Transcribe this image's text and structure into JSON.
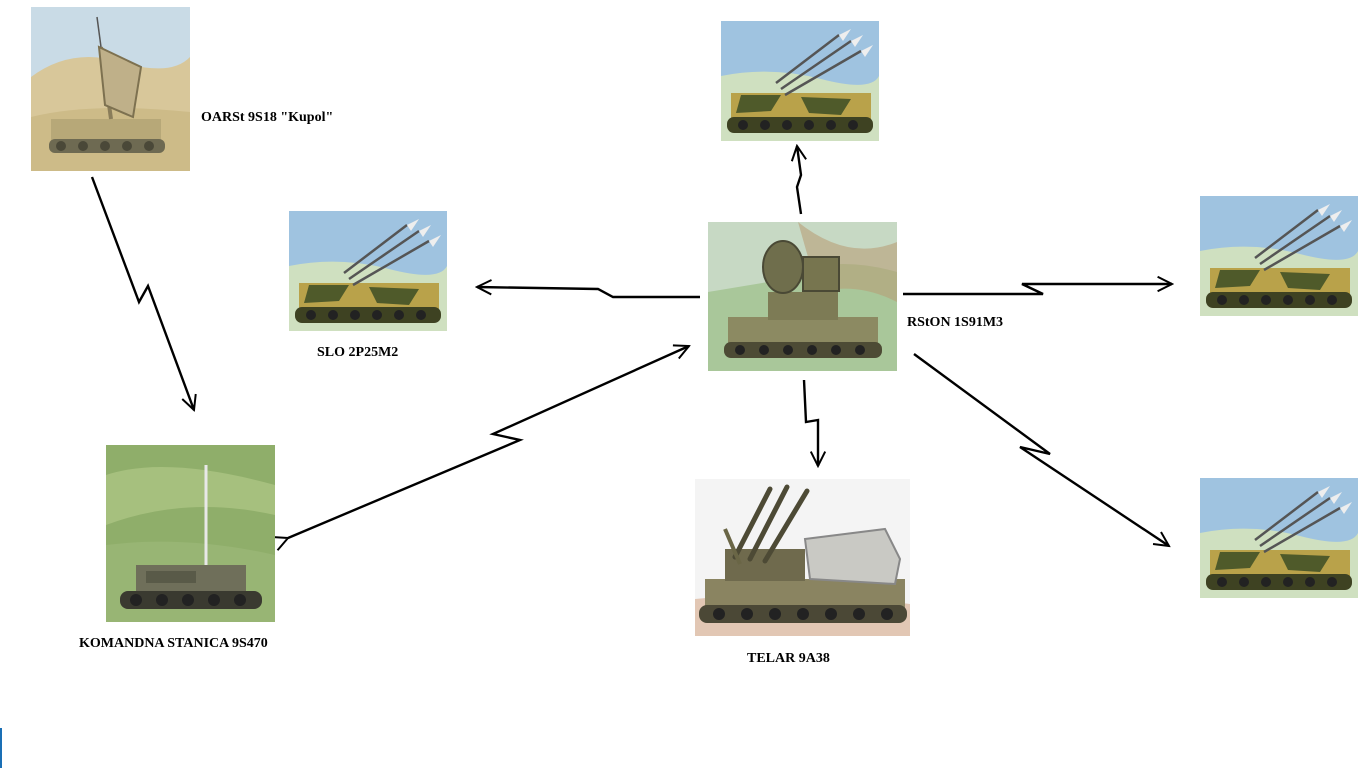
{
  "labels": {
    "oarst": "OARSt 9S18 \"Kupol\"",
    "slo": "SLO 2P25M2",
    "rston": "RStON 1S91M3",
    "komandna": "KOMANDNA STANICA 9S470",
    "telar": "TELAR 9A38"
  },
  "icons": {
    "oarst": "radar-vehicle-image",
    "slo": "missile-launcher-image",
    "rston": "radar-vehicle-image",
    "komandna": "command-vehicle-image",
    "telar": "telar-launcher-image",
    "launcher": "missile-launcher-image"
  },
  "colors": {
    "arrow": "#000000",
    "sky": "#9fc3e0",
    "camo_dark": "#4f5a2a",
    "camo_light": "#b9a24a",
    "ground_green": "#8fae6a",
    "desert": "#d9c9a0"
  }
}
